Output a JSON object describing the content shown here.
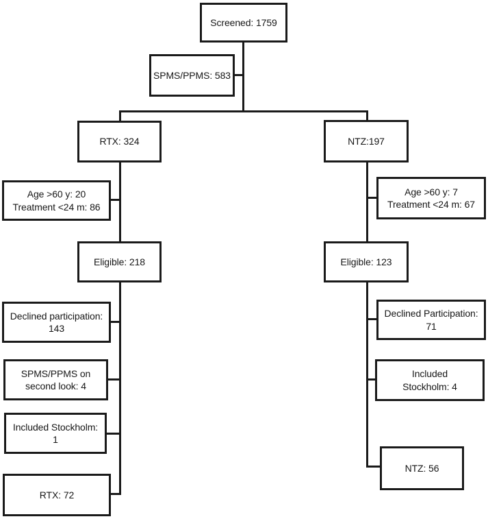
{
  "diagram": {
    "type": "flowchart",
    "description": "Patient screening and inclusion flowchart with RTX and NTZ arms",
    "colors": {
      "background": "#ffffff",
      "box_fill": "#ffffff",
      "box_border": "#1a1a1a",
      "connector_line": "#1a1a1a"
    },
    "nodes": {
      "screened": {
        "text": "Screened: 1759"
      },
      "spms_ppms": {
        "text": "SPMS/PPMS: 583"
      },
      "rtx": {
        "text": "RTX: 324"
      },
      "ntz": {
        "text": "NTZ:197"
      },
      "rtx_excluded": {
        "text": "Age >60 y: 20\nTreatment <24 m: 86"
      },
      "ntz_excluded": {
        "text": "Age >60 y: 7\nTreatment <24 m: 67"
      },
      "rtx_eligible": {
        "text": "Eligible: 218"
      },
      "ntz_eligible": {
        "text": "Eligible: 123"
      },
      "rtx_declined": {
        "text": "Declined participation:\n143"
      },
      "ntz_declined": {
        "text": "Declined Participation:\n71"
      },
      "rtx_second_look": {
        "text": "SPMS/PPMS on\nsecond look: 4"
      },
      "ntz_included_stockholm": {
        "text": "Included\nStockholm: 4"
      },
      "rtx_included_stockholm": {
        "text": "Included Stockholm:\n1"
      },
      "rtx_final": {
        "text": "RTX: 72"
      },
      "ntz_final": {
        "text": "NTZ: 56"
      }
    }
  }
}
